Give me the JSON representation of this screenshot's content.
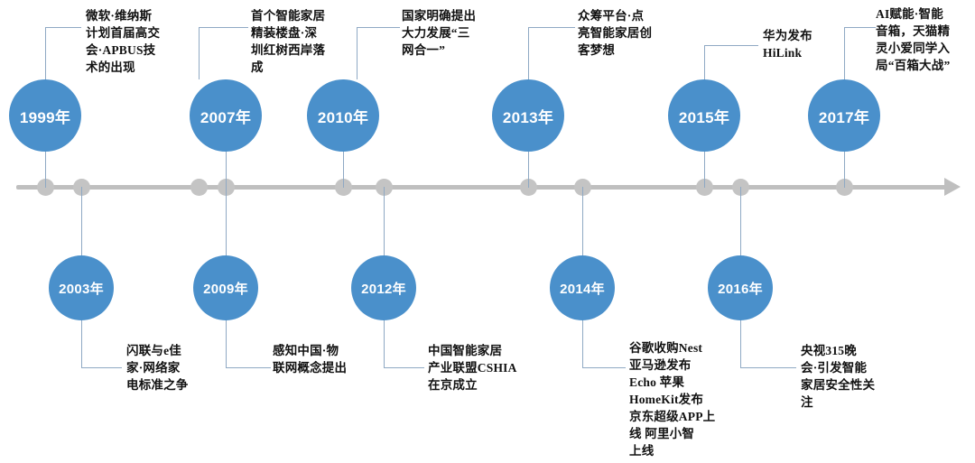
{
  "diagram": {
    "title": "智能家居发展历程时间轴",
    "axis": {
      "orientation": "horizontal",
      "arrow_direction": "right",
      "line_color": "#bfbfbf",
      "dot_color": "#c4c4c4",
      "dot_count": 11
    },
    "colors": {
      "bubble_fill": "#4a90cb",
      "bubble_text": "#ffffff",
      "connector": "#8fa9c4",
      "caption_text": "#111111",
      "background": "#ffffff"
    }
  },
  "events_above": [
    {
      "year": "1999年",
      "caption": "微软·维纳斯\n计划首届高交\n会·APBUS技\n术的出现"
    },
    {
      "year": "2007年",
      "caption": "首个智能家居\n精装楼盘·深\n圳红树西岸落\n成"
    },
    {
      "year": "2010年",
      "caption": "国家明确提出\n大力发展“三\n网合一”"
    },
    {
      "year": "2013年",
      "caption": "众筹平台·点\n亮智能家居创\n客梦想"
    },
    {
      "year": "2015年",
      "caption": "华为发布\nHiLink"
    },
    {
      "year": "2017年",
      "caption": "AI赋能·智能\n音箱，天猫精\n灵小爱同学入\n局“百箱大战”"
    }
  ],
  "events_below": [
    {
      "year": "2003年",
      "caption": "闪联与e佳\n家·网络家\n电标准之争"
    },
    {
      "year": "2009年",
      "caption": "感知中国·物\n联网概念提出"
    },
    {
      "year": "2012年",
      "caption": "中国智能家居\n产业联盟CSHIA\n在京成立"
    },
    {
      "year": "2014年",
      "caption": "谷歌收购Nest\n亚马逊发布\nEcho  苹果\nHomeKit发布\n京东超级APP上\n线  阿里小智\n上线"
    },
    {
      "year": "2016年",
      "caption": "央视315晚\n会·引发智能\n家居安全性关\n注"
    }
  ]
}
